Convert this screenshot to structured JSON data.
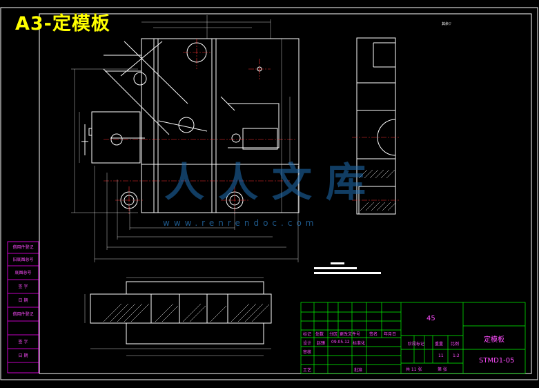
{
  "drawing": {
    "title": "A3-定模板",
    "watermark_text": "人人文库",
    "watermark_url": "www.renrendoc.com",
    "top_note": "其余▽"
  },
  "side_table": {
    "cells": [
      "借用件登记",
      "旧底图总号",
      "底图总号",
      "签 字",
      "日 期",
      "借用件登记",
      "签 字",
      "日 期"
    ]
  },
  "title_block": {
    "material": "45",
    "part_name": "定模板",
    "drawing_number": "STMD1-05",
    "scale": "1:2",
    "weight": "11",
    "sheet_total": "共 11 张",
    "sheet_index": "第  张",
    "rev_headers": [
      "标记",
      "处数",
      "分区",
      "更改文件号",
      "签名",
      "年月日"
    ],
    "roles": [
      "设计",
      "标准化",
      "审核",
      "工艺"
    ],
    "designer": "赵臻",
    "date": "09.05.12",
    "stage_labels": [
      "阶段标记",
      "重量",
      "比例"
    ],
    "approve": "批准"
  }
}
